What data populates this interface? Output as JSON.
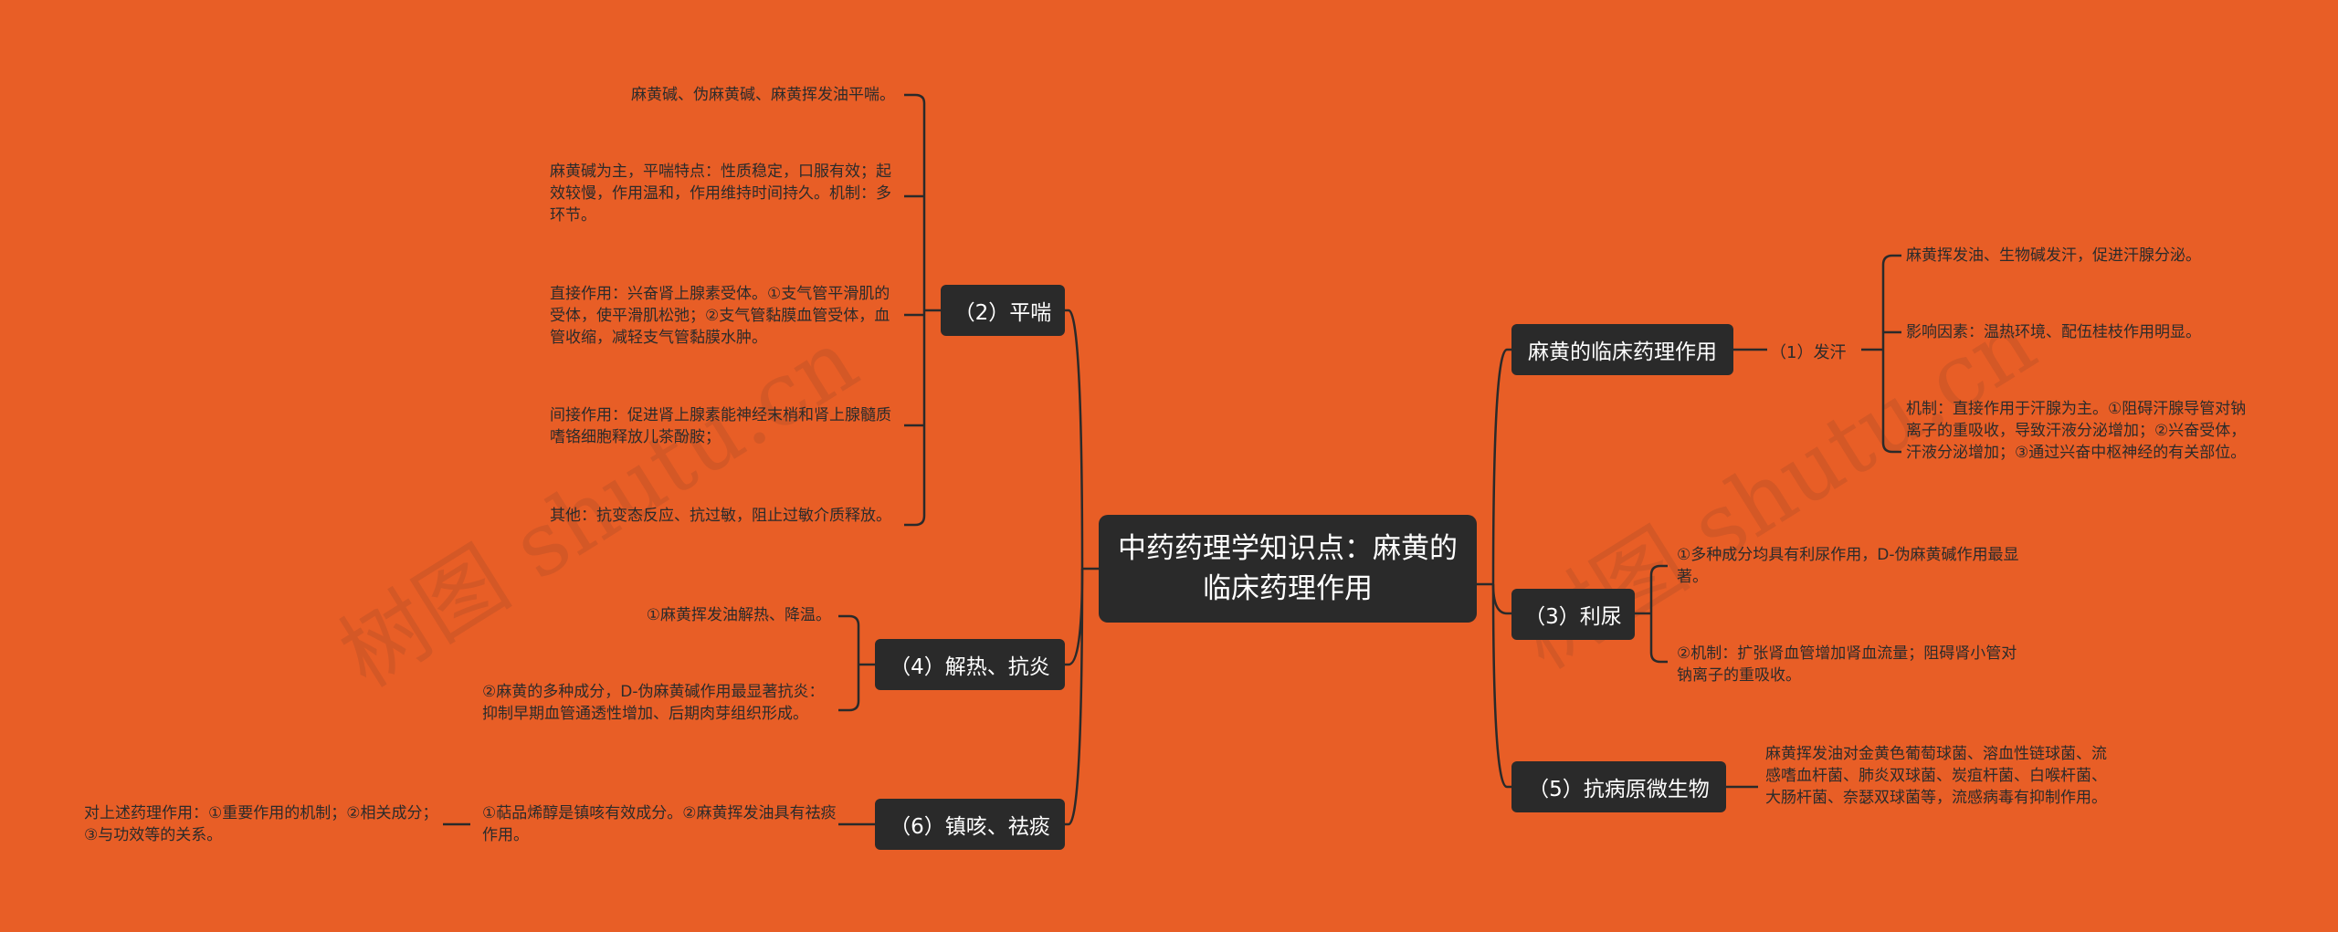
{
  "root": {
    "title": "中药药理学知识点：麻黄的临床药理作用"
  },
  "watermark": "树图 shutu.cn",
  "left": {
    "pingchuan": {
      "label": "（2）平喘",
      "leaves": [
        "麻黄碱、伪麻黄碱、麻黄挥发油平喘。",
        "麻黄碱为主，平喘特点：性质稳定，口服有效；起效较慢，作用温和，作用维持时间持久。机制：多环节。",
        "直接作用：兴奋肾上腺素受体。①支气管平滑肌的受体，使平滑肌松弛；②支气管黏膜血管受体，血管收缩，减轻支气管黏膜水肿。",
        "间接作用：促进肾上腺素能神经末梢和肾上腺髓质嗜铬细胞释放儿茶酚胺；",
        "其他：抗变态反应、抗过敏，阻止过敏介质释放。"
      ]
    },
    "jiere": {
      "label": "（4）解热、抗炎",
      "leaves": [
        "①麻黄挥发油解热、降温。",
        "②麻黄的多种成分，D-伪麻黄碱作用最显著抗炎：抑制早期血管通透性增加、后期肉芽组织形成。"
      ]
    },
    "zhenke": {
      "label": "（6）镇咳、祛痰",
      "leaf": "①萜品烯醇是镇咳有效成分。②麻黄挥发油具有祛痰作用。",
      "sub": "对上述药理作用：①重要作用的机制；②相关成分；③与功效等的关系。"
    }
  },
  "right": {
    "clinical": {
      "label": "麻黄的临床药理作用",
      "sub": {
        "label": "（1）发汗",
        "leaves": [
          "麻黄挥发油、生物碱发汗，促进汗腺分泌。",
          "影响因素：温热环境、配伍桂枝作用明显。",
          "机制：直接作用于汗腺为主。①阻碍汗腺导管对钠离子的重吸收，导致汗液分泌增加；②兴奋受体，汗液分泌增加；③通过兴奋中枢神经的有关部位。"
        ]
      }
    },
    "liniao": {
      "label": "（3）利尿",
      "leaves": [
        "①多种成分均具有利尿作用，D-伪麻黄碱作用最显著。",
        "②机制：扩张肾血管增加肾血流量；阻碍肾小管对钠离子的重吸收。"
      ]
    },
    "kangbing": {
      "label": "（5）抗病原微生物",
      "leaf": "麻黄挥发油对金黄色葡萄球菌、溶血性链球菌、流感嗜血杆菌、肺炎双球菌、炭疽杆菌、白喉杆菌、大肠杆菌、奈瑟双球菌等，流感病毒有抑制作用。"
    }
  },
  "colors": {
    "background": "#e85e26",
    "node": "#2a2a2a",
    "line": "#2a2a2a"
  }
}
